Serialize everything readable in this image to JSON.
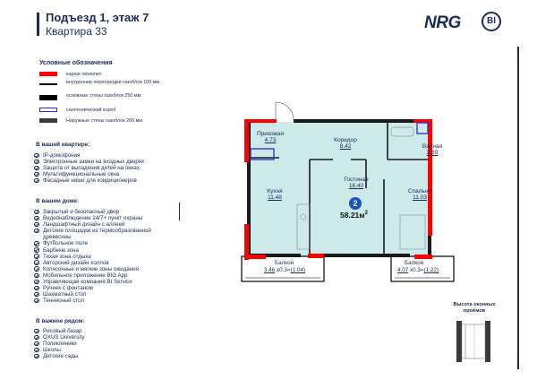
{
  "header": {
    "title": "Подъезд 1, этаж 7",
    "subtitle": "Квартира 33",
    "logo_text": "NRG",
    "logo_badge": "BI"
  },
  "legend": {
    "title": "Условные обозначения",
    "items": [
      {
        "label": "каркас монолит",
        "swatch": "red-thick",
        "color": "#ff0000"
      },
      {
        "label": "внутренние перегородки газоблок 100 мм",
        "swatch": "black-thin",
        "color": "#000000"
      },
      {
        "label": "основные стены газоблок 250 мм",
        "swatch": "black-thick",
        "color": "#000000"
      },
      {
        "label": "сантехнический короб",
        "swatch": "blue-outline",
        "color": "#2c2ccc"
      },
      {
        "label": "Наружные стены газоблок 200 мм",
        "swatch": "dark-gray",
        "color": "#3a3a3a"
      }
    ]
  },
  "in_apartment": {
    "title": "В вашей квартире:",
    "items": [
      "IP-домофония",
      "Электронные замки на входных дверях",
      "Защита от выпадения детей на окнах",
      "Мультифункциональные окна",
      "Фасадные ниши для кондиционеров"
    ]
  },
  "in_building": {
    "title": "В вашем доме:",
    "items": [
      "Закрытый и безопасный двор",
      "Видеонаблюдение 24/7+ пункт охраны",
      "Ландшафтный дизайн с аллеей",
      "Детские площадки из термообразованной древесины",
      "Футбольное поле",
      "Барбекю зона",
      "Тихая зона отдыха",
      "Авторский дизайн холлов",
      "Колясочные и мягкие зоны ожидания",
      "Мобильное приложение BIG App",
      "Управляющая компания BI Service",
      "Ручеек с фонтаном",
      "Шахматный стол",
      "Теннисный стол"
    ]
  },
  "nearby": {
    "title": "В важное рядом:",
    "items": [
      "Рисовый базар",
      "OXUS University",
      "Поликлиники",
      "Школы",
      "Детские сады"
    ]
  },
  "plan": {
    "rooms": [
      {
        "name": "Прихожая",
        "area": "4.73"
      },
      {
        "name": "Коридор",
        "area": "8.42"
      },
      {
        "name": "Ванная",
        "area": "3.89"
      },
      {
        "name": "Гостиная",
        "area": "16.40"
      },
      {
        "name": "Кухня",
        "area": "11.48"
      },
      {
        "name": "Спальня",
        "area": "11.03"
      }
    ],
    "balconies": [
      {
        "name": "Балкон",
        "area": "3.46",
        "factor": "x0.3=",
        "reduced": "(1.04)"
      },
      {
        "name": "Балкон",
        "area": "4.07",
        "factor": "x0.3=",
        "reduced": "(1.22)"
      }
    ],
    "room_count": "2",
    "total_area": "58.21м",
    "total_area_sup": "2"
  },
  "window_height": {
    "title": "Высота оконных проёмов"
  },
  "colors": {
    "brand": "#1c2b5a",
    "monolith": "#ff0000",
    "room_fill": "#cde9ea",
    "balcony_fill": "#ffffff",
    "shaft": "#2c2ccc",
    "badge": "#1a52c2"
  }
}
